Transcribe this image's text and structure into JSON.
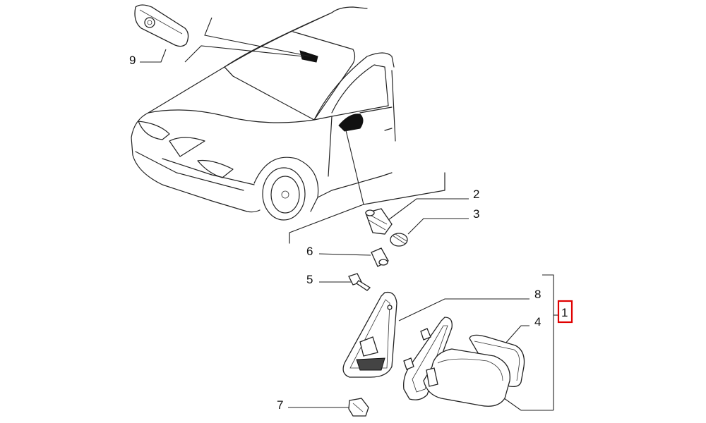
{
  "diagram": {
    "title": "Exterior / interior rear-view mirror parts diagram",
    "labels": [
      {
        "id": "9",
        "text": "9"
      },
      {
        "id": "2",
        "text": "2"
      },
      {
        "id": "3",
        "text": "3"
      },
      {
        "id": "6",
        "text": "6"
      },
      {
        "id": "5",
        "text": "5"
      },
      {
        "id": "8",
        "text": "8"
      },
      {
        "id": "4",
        "text": "4"
      },
      {
        "id": "7",
        "text": "7"
      },
      {
        "id": "1",
        "text": "1"
      }
    ],
    "highlight_color": "#e00000"
  }
}
